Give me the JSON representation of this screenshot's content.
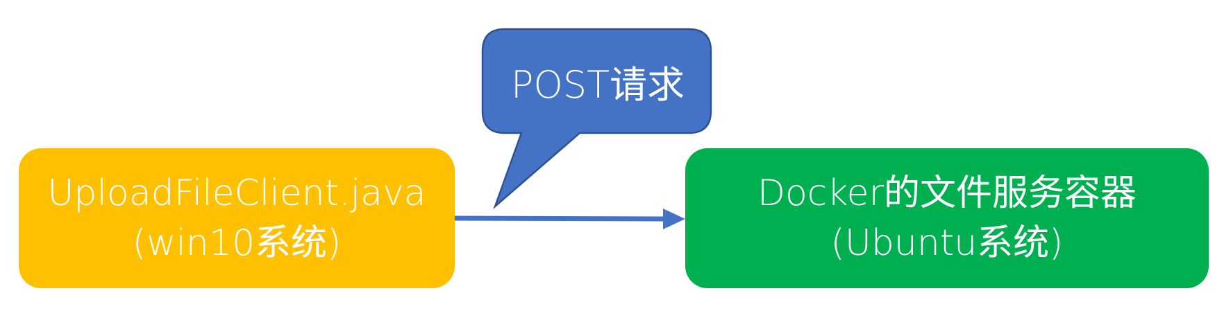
{
  "callout": {
    "label": "POST请求",
    "color": "#4472c4",
    "border_color": "#2f528f"
  },
  "client": {
    "line1": "UploadFileClient.java",
    "line2": "(win10系统)",
    "color": "#ffc000"
  },
  "server": {
    "line1": "Docker的文件服务容器",
    "line2": "(Ubuntu系统)",
    "color": "#00b050"
  },
  "arrow": {
    "color": "#4472c4",
    "direction": "client-to-server"
  }
}
